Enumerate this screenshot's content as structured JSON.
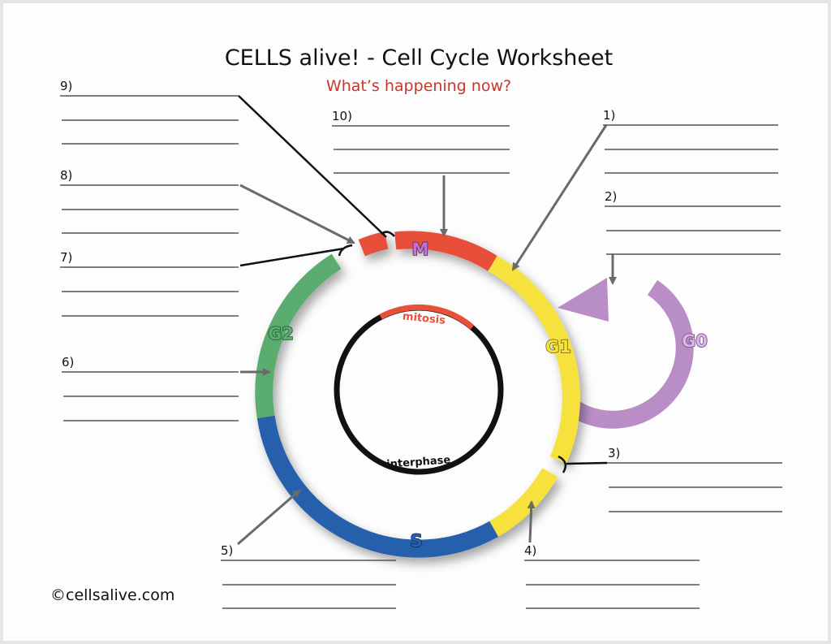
{
  "header": {
    "title": "CELLS alive! - Cell Cycle Worksheet",
    "subtitle": "What’s happening now?"
  },
  "phases": {
    "m": "M",
    "g1": "G1",
    "s": "S",
    "g2": "G2",
    "g0": "G0"
  },
  "inner_circle": {
    "mitosis": "mitosis",
    "interphase": "interphase"
  },
  "questions": {
    "q1": "1)",
    "q2": "2)",
    "q3": "3)",
    "q4": "4)",
    "q5": "5)",
    "q6": "6)",
    "q7": "7)",
    "q8": "8)",
    "q9": "9)",
    "q10": "10)"
  },
  "footer": {
    "copyright": "©cellsalive.com"
  },
  "colors": {
    "m_phase": "#e8503a",
    "g1_phase": "#f7e13c",
    "s_phase": "#2761ad",
    "g2_phase": "#5aad6e",
    "g0_phase": "#b98ec7",
    "subtitle": "#c8372a"
  }
}
